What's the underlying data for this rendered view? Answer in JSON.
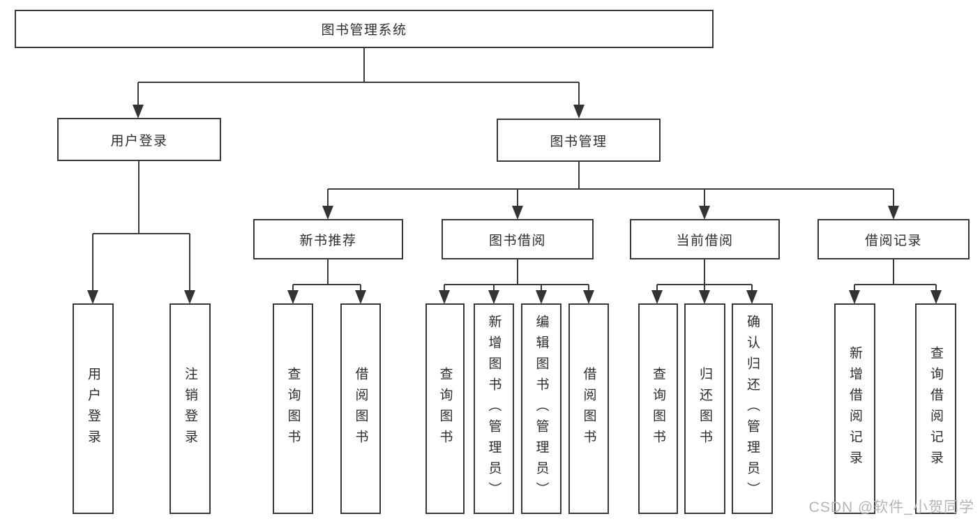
{
  "tree": {
    "root": {
      "label": "图书管理系统",
      "children": [
        {
          "label": "用户登录",
          "children": [
            {
              "label": "用户登录"
            },
            {
              "label": "注销登录"
            }
          ]
        },
        {
          "label": "图书管理",
          "children": [
            {
              "label": "新书推荐",
              "children": [
                {
                  "label": "查询图书"
                },
                {
                  "label": "借阅图书"
                }
              ]
            },
            {
              "label": "图书借阅",
              "children": [
                {
                  "label": "查询图书"
                },
                {
                  "label": "新增图书（管理员）"
                },
                {
                  "label": "编辑图书（管理员）"
                },
                {
                  "label": "借阅图书"
                }
              ]
            },
            {
              "label": "当前借阅",
              "children": [
                {
                  "label": "查询图书"
                },
                {
                  "label": "归还图书"
                },
                {
                  "label": "确认归还（管理员）"
                }
              ]
            },
            {
              "label": "借阅记录",
              "children": [
                {
                  "label": "新增借阅记录"
                },
                {
                  "label": "查询借阅记录"
                }
              ]
            }
          ]
        }
      ]
    }
  },
  "watermark": {
    "text": "CSDN @软件_小贺同学"
  },
  "colors": {
    "line": "#3a3a3a",
    "box_border": "#383838",
    "text": "#2d2d2d",
    "watermark": "#b5b5b5",
    "background": "#ffffff"
  }
}
